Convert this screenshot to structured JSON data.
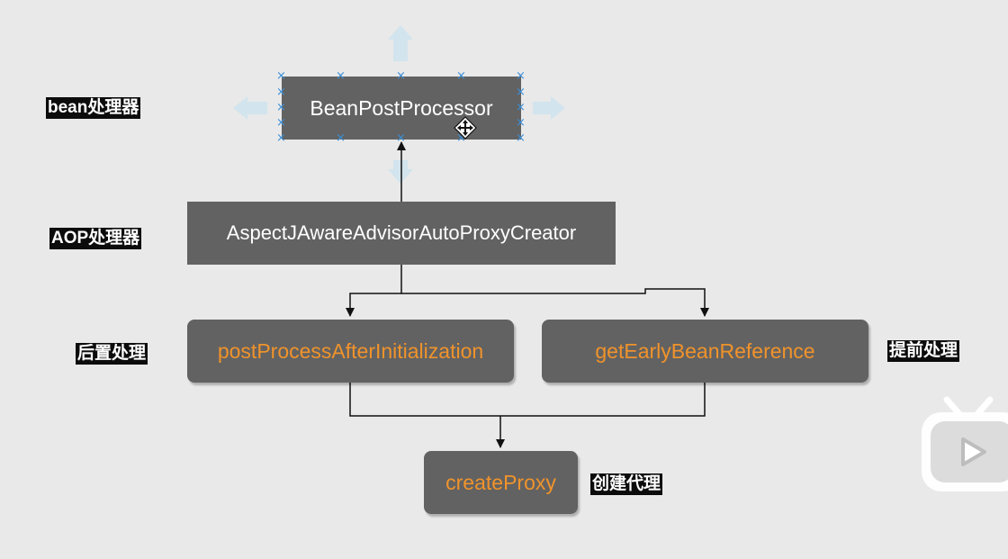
{
  "labels": {
    "bean_processor": "bean处理器",
    "aop_processor": "AOP处理器",
    "post_processing": "后置处理",
    "early_processing": "提前处理",
    "create_proxy_label": "创建代理"
  },
  "nodes": {
    "bean_post_processor": "BeanPostProcessor",
    "aspectj_creator": "AspectJAwareAdvisorAutoProxyCreator",
    "post_process_after_init": "postProcessAfterInitialization",
    "get_early_bean_reference": "getEarlyBeanReference",
    "create_proxy": "createProxy"
  },
  "colors": {
    "background": "#e9e9e9",
    "box": "#626262",
    "method_text": "#f0932b",
    "selection_handle": "#3a8fd9",
    "move_arrow": "#d2e4ee"
  },
  "icons": {
    "move_arrows": "move-arrows-icon",
    "move_cursor": "move-cursor-icon",
    "player": "play-button-icon"
  }
}
